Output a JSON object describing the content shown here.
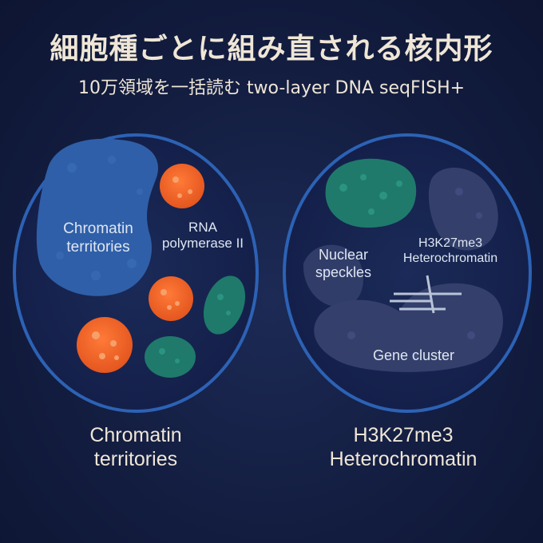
{
  "header": {
    "title": "細胞種ごとに組み直される核内形",
    "subtitle": "10万領域を一括読む two-layer DNA seqFISH+"
  },
  "left_nucleus": {
    "domain_label": "Chromatin territories",
    "rna_label": "RNA polymerase II",
    "caption": "Chromatin territories"
  },
  "right_nucleus": {
    "speckles_label": "Nuclear speckles",
    "heterochromatin_label": "H3K27me3 Heterochromatin",
    "gene_cluster_label": "Gene cluster",
    "caption": "H3K27me3 Heterochromatin"
  },
  "colors": {
    "background": "#131d40",
    "nucleus_ring": "#2c62b5",
    "chromatin_blue": "#2f5fa8",
    "rna_orange": "#f26a2e",
    "speckle_green": "#1f7a6b",
    "heterochromatin_gray": "#34406b",
    "text_cream": "#efe6d6"
  }
}
